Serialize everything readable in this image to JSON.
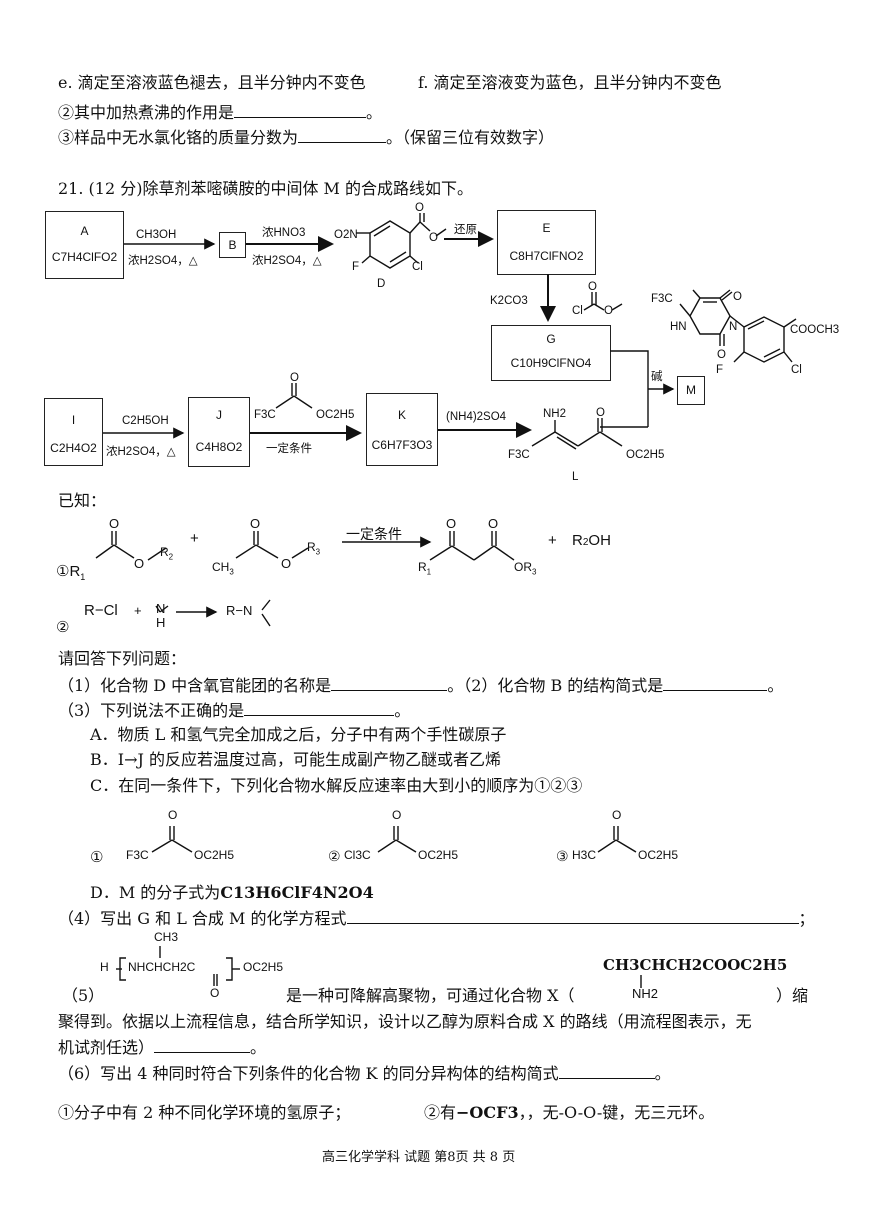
{
  "top": {
    "line_e": "e. 滴定至溶液蓝色褪去，且半分钟内不变色",
    "line_f": "f. 滴定至溶液变为蓝色，且半分钟内不变色",
    "q2": "②其中加热煮沸的作用是",
    "q2_end": "。",
    "q3": "③样品中无水氯化铬的质量分数为",
    "q3_end": "。（保留三位有效数字）"
  },
  "q21": {
    "title": "21. (12 分)除草剂苯嘧磺胺的中间体 M 的合成路线如下。"
  },
  "scheme": {
    "A_label": "A",
    "A_formula": "C7H4ClFO2",
    "B_label": "B",
    "reagent_ch3oh": "CH3OH",
    "reagent_h2so4_1": "浓H2SO4，△",
    "reagent_hno3": "浓HNO3",
    "reagent_h2so4_2": "浓H2SO4，△",
    "D_label": "D",
    "reduce": "还原",
    "E_label": "E",
    "E_formula": "C8H7ClFNO2",
    "k2co3": "K2CO3",
    "G_label": "G",
    "G_formula": "C10H9ClFNO4",
    "base": "碱",
    "M_label": "M",
    "I_label": "I",
    "I_formula": "C2H4O2",
    "c2h5oh": "C2H5OH",
    "reagent_h2so4_3": "浓H2SO4，△",
    "J_label": "J",
    "J_formula": "C4H8O2",
    "condition": "一定条件",
    "K_label": "K",
    "K_formula": "C6H7F3O3",
    "nh4so4": "(NH4)2SO4",
    "L_label": "L",
    "struct_text": {
      "no2": "O2N",
      "F": "F",
      "Cl": "Cl",
      "O": "O",
      "cf3": "F3C",
      "oc2h5": "OC2H5",
      "nh2": "NH2",
      "hn": "HN",
      "n": "N",
      "cooch3": "COOCH3"
    }
  },
  "known": {
    "header": "已知：",
    "r1": "①",
    "plus": "+",
    "cond": "一定条件",
    "r2oh": "R2OH",
    "r2_label": "②",
    "rcl": "R−Cl",
    "rn": "R−N"
  },
  "questions": {
    "intro": "请回答下列问题：",
    "q1a": "（1）化合物 D 中含氧官能团的名称是",
    "q1b": "。（2）化合物 B 的结构简式是",
    "q1_end": "。",
    "q3": "（3）下列说法不正确的是",
    "q3_end": "。",
    "optA": "A．物质 L 和氢气完全加成之后，分子中有两个手性碳原子",
    "optB": "B．I→J 的反应若温度过高，可能生成副产物乙醚或者乙烯",
    "optC": "C．在同一条件下，下列化合物水解反应速率由大到小的顺序为①②③",
    "c_items": [
      "①",
      "②",
      "③"
    ],
    "c_groups": [
      "F3C",
      "Cl3C",
      "H3C"
    ],
    "optD": "D．M 的分子式为",
    "optD_formula": "C13H6ClF4N2O4",
    "q4": "（4）写出 G 和 L 合成 M 的化学方程式",
    "q4_end": "；",
    "q5_label": "（5）",
    "q5_text": "是一种可降解高聚物，可通过化合物 X（",
    "q5_end": "）缩",
    "q5_line2": "聚得到。依据以上流程信息，结合所学知识，设计以乙醇为原料合成 X 的路线（用流程图表示，无",
    "q5_line3": "机试剂任选）",
    "q5_line3_end": "。",
    "polymer": "NHCHCH2C",
    "polymer_h": "H",
    "polymer_me": "CH3",
    "polymer_end": "OC2H5",
    "x_formula": "CH3CHCH2COOC2H5",
    "x_nh2": "NH2",
    "q6": "（6）写出 4 种同时符合下列条件的化合物 K 的同分异构体的结构简式",
    "q6_end": "。",
    "cond1": "①分子中有 2 种不同化学环境的氢原子；",
    "cond2": "②有",
    "cond2_group": "−OCF3",
    "cond2_end": "，，无-O-O-键，无三元环。"
  },
  "footer": "高三化学学科  试题  第8页  共 8 页"
}
